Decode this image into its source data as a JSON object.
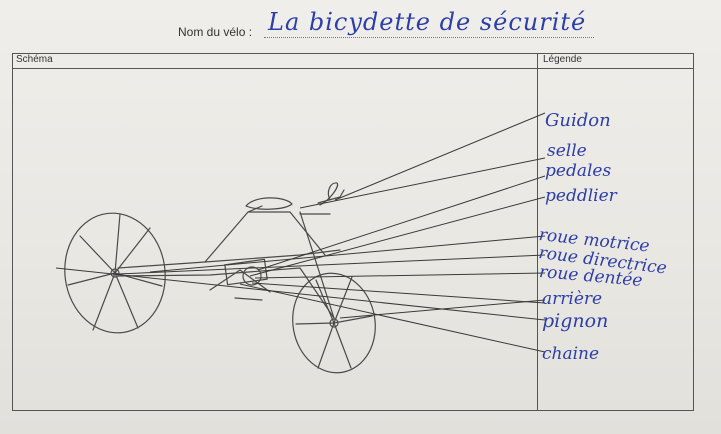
{
  "header": {
    "label": "Nom du vélo :",
    "value": "La bicydette de sécurité"
  },
  "table": {
    "schema_header": "Schéma",
    "legend_header": "Légende"
  },
  "legend_items": [
    "Guidon",
    "selle",
    "pedales",
    "peddlier",
    "roue motrice",
    "roue directrice",
    "roue dentée",
    "arrière",
    "pignon",
    "chaine"
  ],
  "colors": {
    "ink": "#2e3ea8",
    "pencil": "#4a4a4a",
    "paper": "#ebe9e4"
  }
}
